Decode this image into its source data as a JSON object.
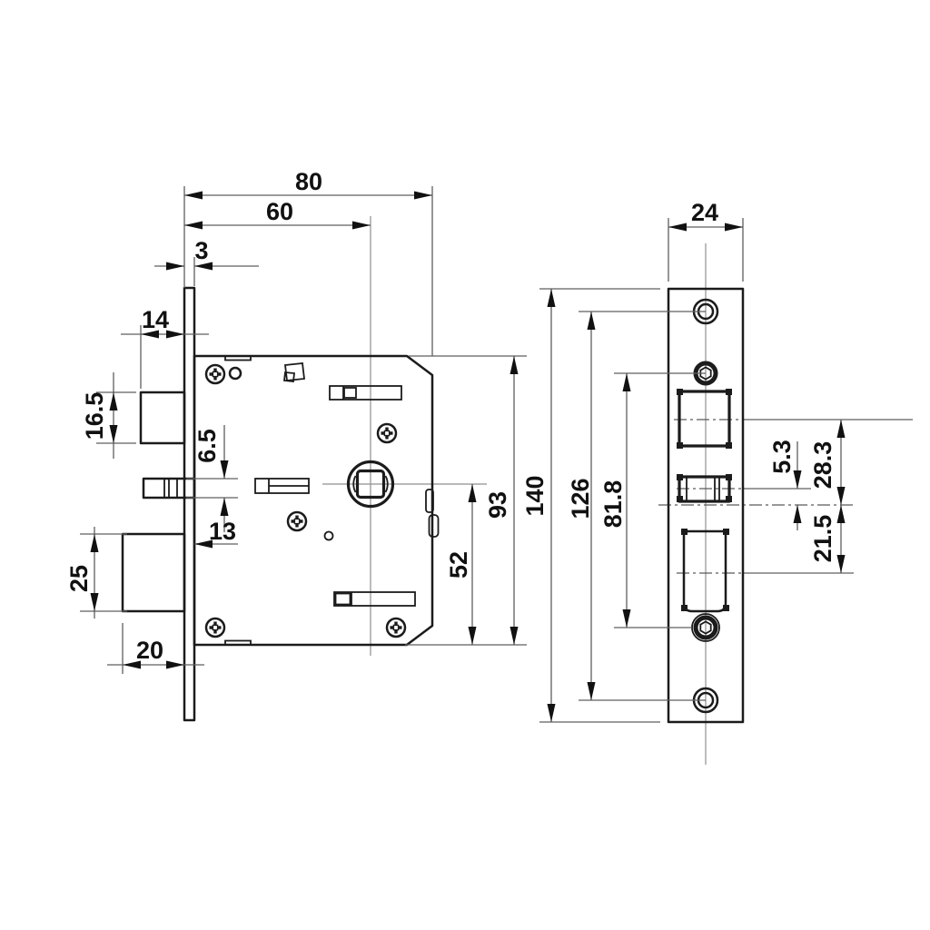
{
  "drawing": {
    "side_view": {
      "total_width": "80",
      "backset": "60",
      "faceplate_thickness": "3",
      "latchbolt_projection": "14",
      "latchbolt_height": "16.5",
      "deadlatch_height": "6.5",
      "deadlatch_projection": "13",
      "deadbolt_height": "25",
      "deadbolt_projection": "20",
      "axis_to_bottom": "52",
      "case_height": "93"
    },
    "front_view": {
      "faceplate_width": "24",
      "faceplate_height": "140",
      "fixing_hole_spacing": "126",
      "hex_screw_spacing": "81.8",
      "deadlatch_offset": "5.3",
      "latch_to_axis": "28.3",
      "axis_to_deadbolt": "21.5"
    },
    "colors": {
      "line": "#1b1b1b",
      "dim": "#5f5f5f",
      "centerline": "#8f8f8f",
      "background": "#ffffff"
    }
  }
}
